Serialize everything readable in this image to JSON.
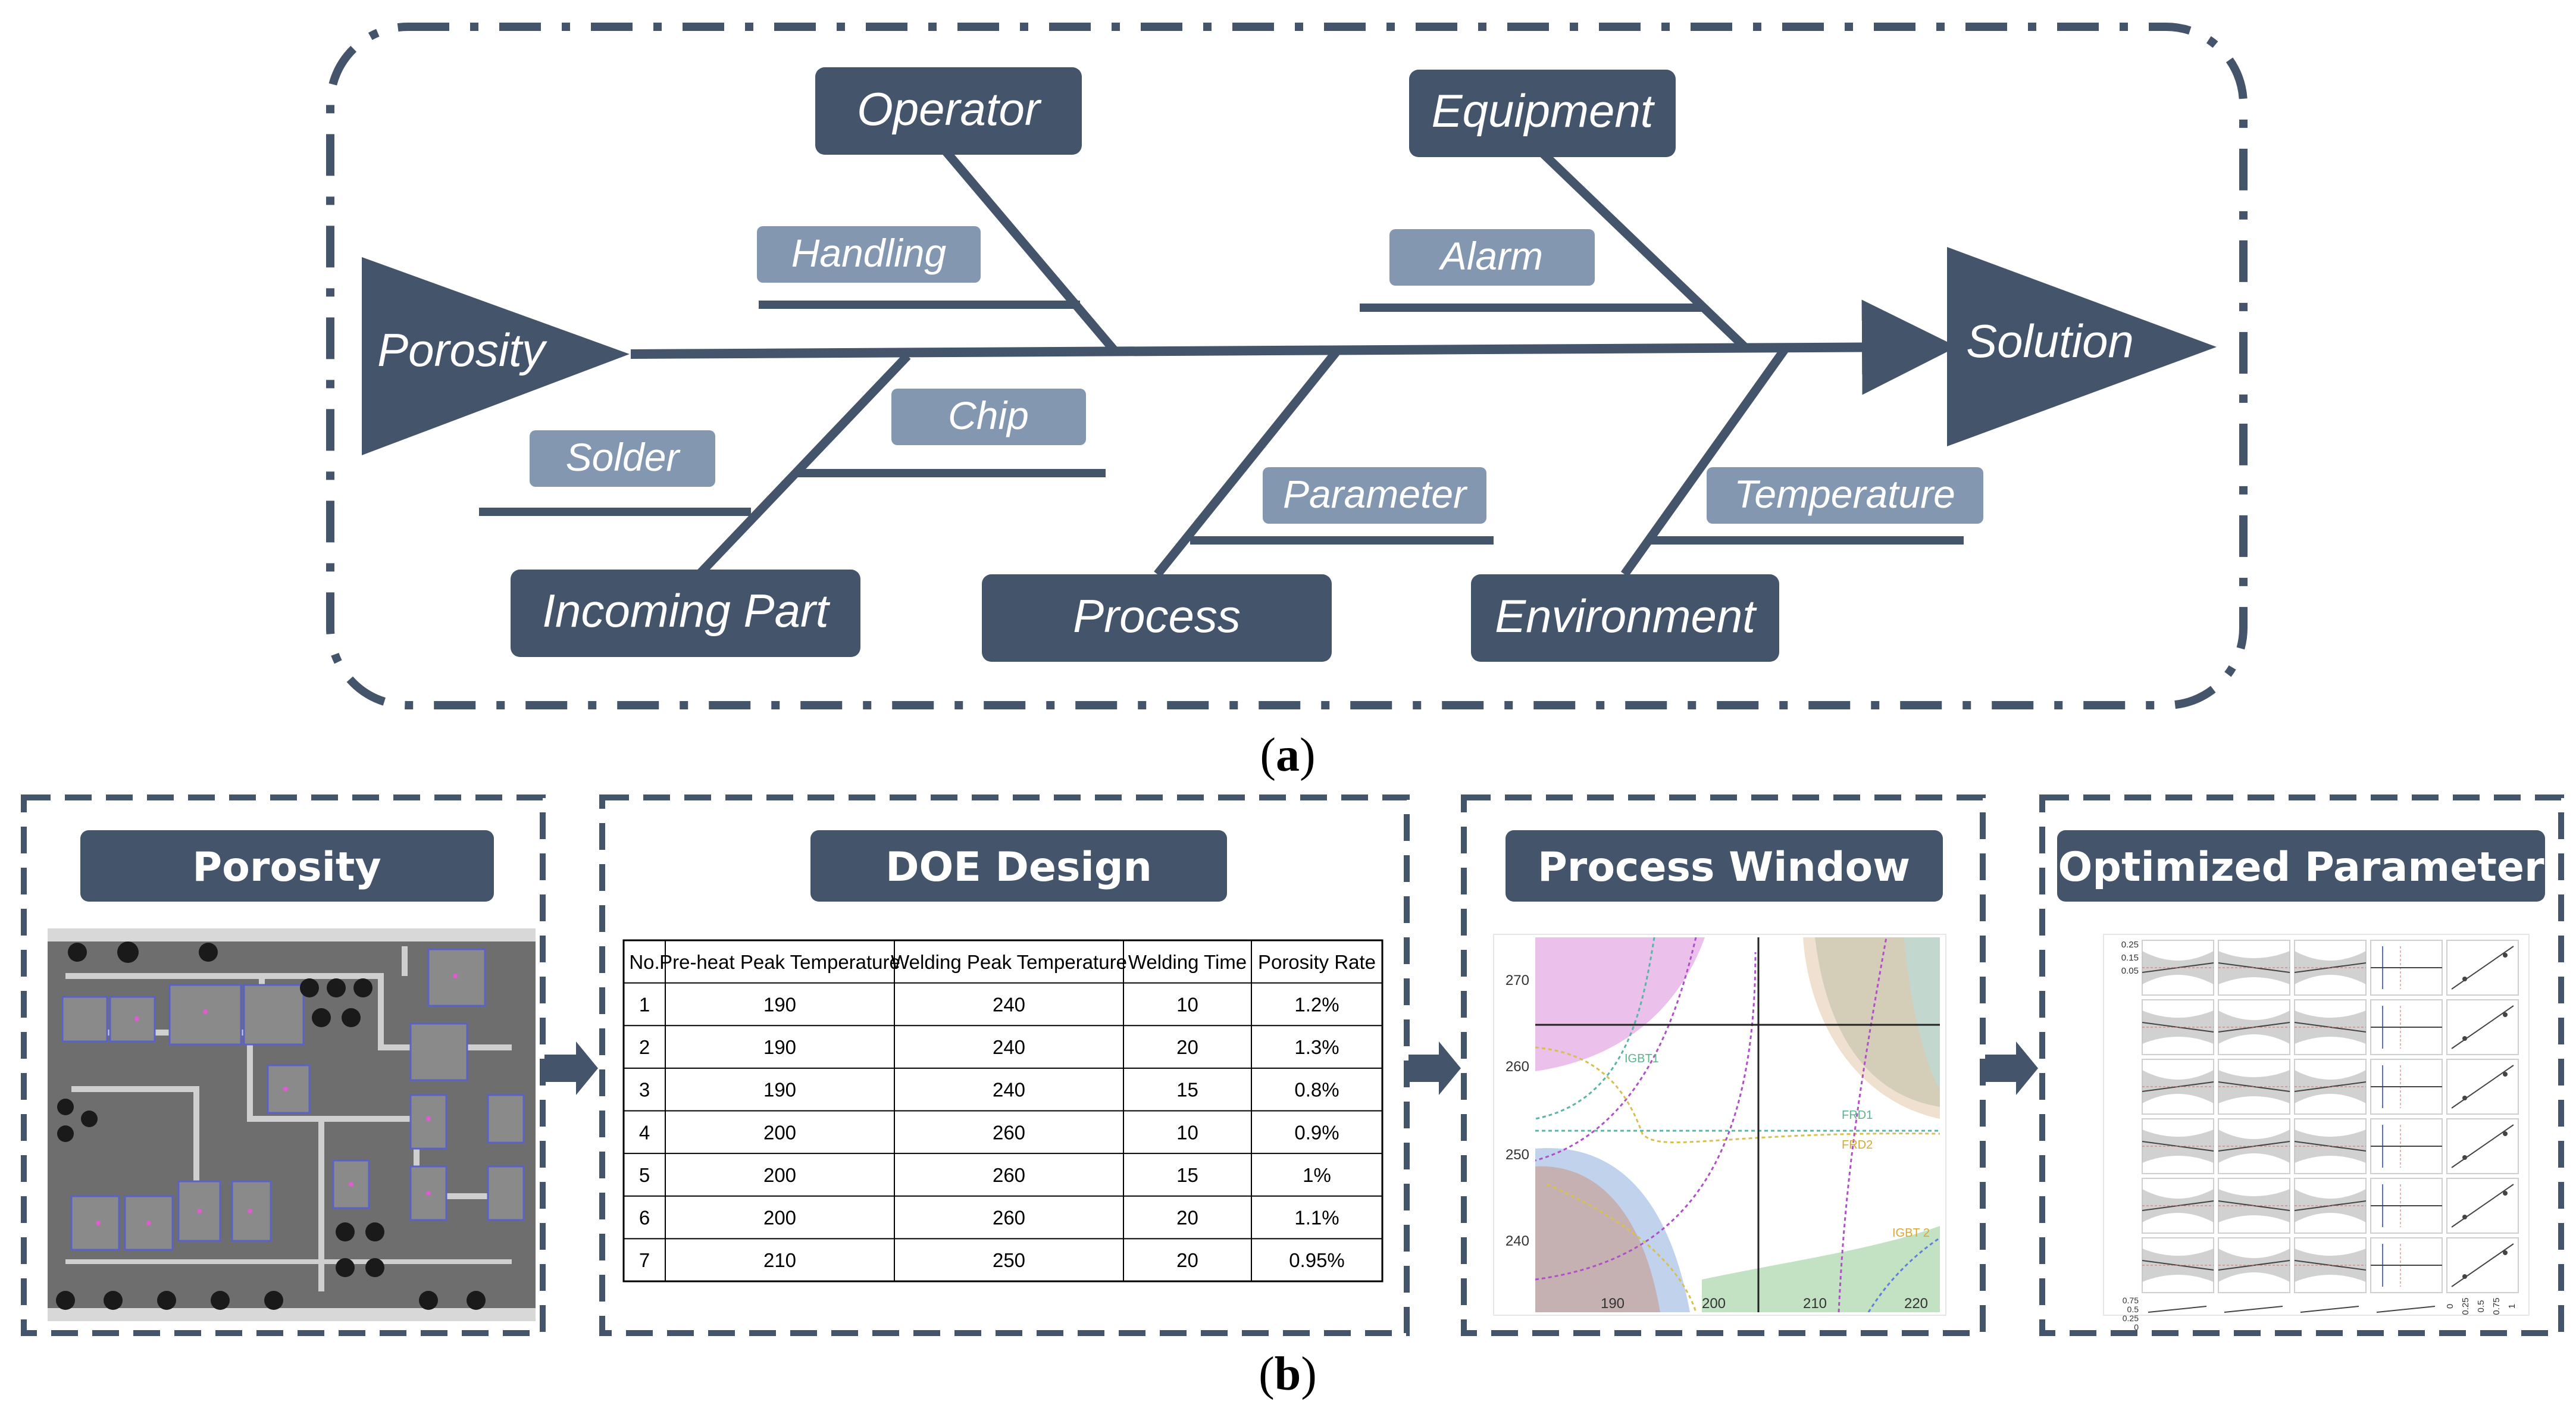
{
  "fishbone": {
    "effect": "Porosity",
    "solution": "Solution",
    "categories": {
      "operator": "Operator",
      "equipment": "Equipment",
      "incoming_part": "Incoming Part",
      "process": "Process",
      "environment": "Environment"
    },
    "causes": {
      "handling": "Handling",
      "alarm": "Alarm",
      "chip": "Chip",
      "solder": "Solder",
      "parameter": "Parameter",
      "temperature": "Temperature"
    }
  },
  "captions": {
    "a_open": "(",
    "a_letter": "a",
    "a_close": ")",
    "b_open": "(",
    "b_letter": "b",
    "b_close": ")"
  },
  "workflow": {
    "step1_title": "Porosity",
    "step2_title": "DOE Design",
    "step3_title": "Process Window",
    "step4_title": "Optimized Parameter"
  },
  "doe_table": {
    "headers": [
      "No.",
      "Pre-heat Peak Temperature",
      "Welding Peak Temperature",
      "Welding Time",
      "Porosity Rate"
    ],
    "rows": [
      [
        "1",
        "190",
        "240",
        "10",
        "1.2%"
      ],
      [
        "2",
        "190",
        "240",
        "20",
        "1.3%"
      ],
      [
        "3",
        "190",
        "240",
        "15",
        "0.8%"
      ],
      [
        "4",
        "200",
        "260",
        "10",
        "0.9%"
      ],
      [
        "5",
        "200",
        "260",
        "15",
        "1%"
      ],
      [
        "6",
        "200",
        "260",
        "20",
        "1.1%"
      ],
      [
        "7",
        "210",
        "250",
        "20",
        "0.95%"
      ]
    ]
  },
  "process_window": {
    "x_ticks": [
      "190",
      "200",
      "210",
      "220"
    ],
    "y_ticks": [
      "270",
      "260",
      "250",
      "240"
    ],
    "curve_labels": {
      "igbt1": "IGBT1",
      "frd1": "FRD1",
      "frd2": "FRD2",
      "igbt2": "IGBT 2"
    }
  },
  "profiler": {
    "y_ticks_top": [
      "0.25",
      "0.15",
      "0.05"
    ],
    "y_ticks_bottom": [
      "0.75",
      "0.5",
      "0.25",
      "0"
    ],
    "x_ticks_last": [
      "0",
      "0.25",
      "0.5",
      "0.75",
      "1"
    ]
  },
  "colors": {
    "navy": "#44546a",
    "slate": "#8497b0",
    "pink": "#e6b0e6",
    "teal": "#8fb8a8",
    "blue": "#a7bfe6",
    "green": "#b8dcb8",
    "xray_bg": "#6e6e6e"
  }
}
